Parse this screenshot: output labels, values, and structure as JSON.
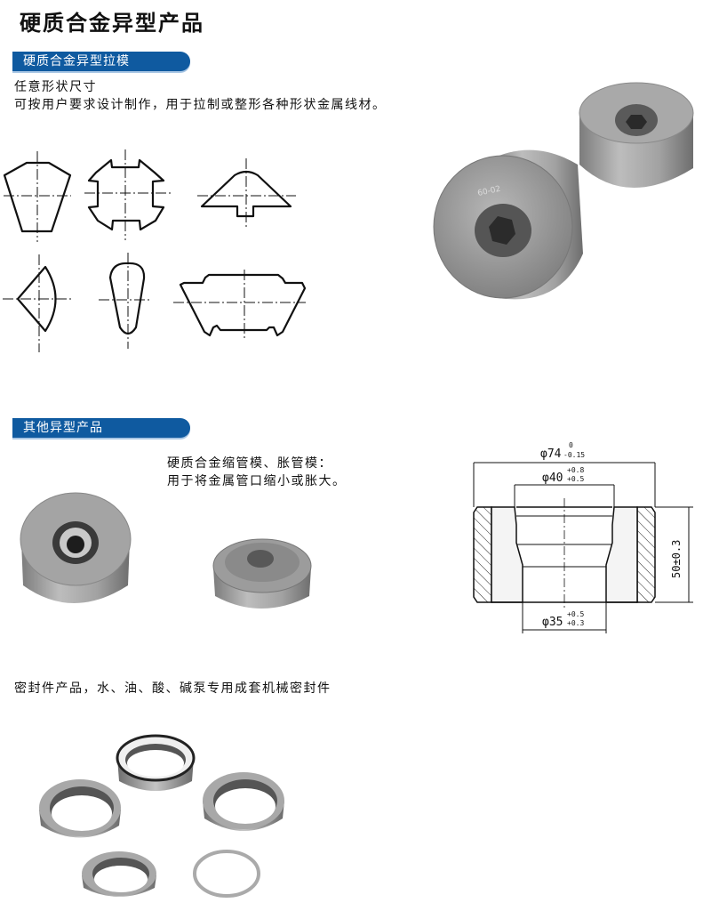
{
  "page": {
    "title": "硬质合金异型产品"
  },
  "section1": {
    "banner": "硬质合金异型拉模",
    "line1": "任意形状尺寸",
    "line2": "可按用户要求设计制作，用于拉制或整形各种形状金属线材。",
    "drawings": [
      "trapezoid-profile",
      "cross-notched-octagon-profile",
      "dome-with-key-profile",
      "lens-profile",
      "teardrop-profile",
      "wide-trapezoid-grooved-profile"
    ],
    "photo_marking": "60-02"
  },
  "section2": {
    "banner": "其他异型产品",
    "desc_line1": "硬质合金缩管模、胀管模：",
    "desc_line2": "用于将金属管口缩小或胀大。",
    "drawing": {
      "outer_dia": "φ74",
      "outer_tol_upper": "0",
      "outer_tol_lower": "-0.15",
      "inner_top_dia": "φ40",
      "inner_top_tol_upper": "+0.8",
      "inner_top_tol_lower": "+0.5",
      "inner_bottom_dia": "φ35",
      "inner_bottom_tol_upper": "+0.5",
      "inner_bottom_tol_lower": "+0.3",
      "height": "50±0.3"
    }
  },
  "section3": {
    "caption": "密封件产品，水、油、酸、碱泵专用成套机械密封件"
  },
  "colors": {
    "banner_blue": "#0f5aa0",
    "banner_shadow": "#a8c6e4",
    "metal": "#9a9a9a"
  }
}
